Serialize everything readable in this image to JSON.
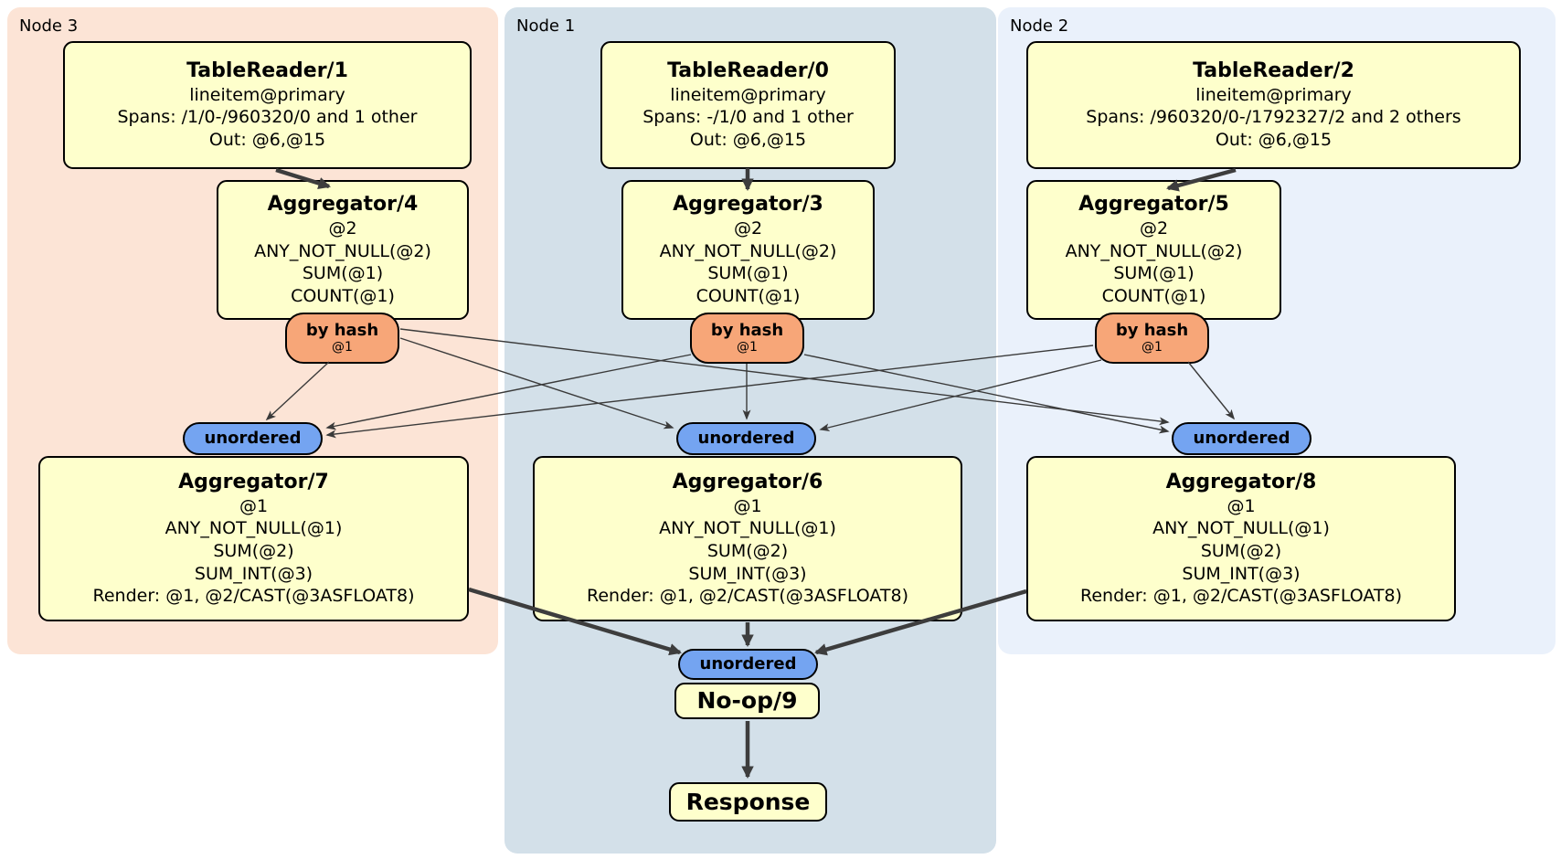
{
  "regions": [
    {
      "id": "node3",
      "label": "Node 3"
    },
    {
      "id": "node1",
      "label": "Node 1"
    },
    {
      "id": "node2",
      "label": "Node 2"
    }
  ],
  "processors": {
    "tr1": {
      "title": "TableReader/1",
      "lines": [
        "lineitem@primary",
        "Spans: /1/0-/960320/0 and 1 other",
        "Out: @6,@15"
      ]
    },
    "tr0": {
      "title": "TableReader/0",
      "lines": [
        "lineitem@primary",
        "Spans: -/1/0 and 1 other",
        "Out: @6,@15"
      ]
    },
    "tr2": {
      "title": "TableReader/2",
      "lines": [
        "lineitem@primary",
        "Spans: /960320/0-/1792327/2 and 2 others",
        "Out: @6,@15"
      ]
    },
    "agg4": {
      "title": "Aggregator/4",
      "lines": [
        "@2",
        "ANY_NOT_NULL(@2)",
        "SUM(@1)",
        "COUNT(@1)"
      ]
    },
    "agg3": {
      "title": "Aggregator/3",
      "lines": [
        "@2",
        "ANY_NOT_NULL(@2)",
        "SUM(@1)",
        "COUNT(@1)"
      ]
    },
    "agg5": {
      "title": "Aggregator/5",
      "lines": [
        "@2",
        "ANY_NOT_NULL(@2)",
        "SUM(@1)",
        "COUNT(@1)"
      ]
    },
    "agg7": {
      "title": "Aggregator/7",
      "lines": [
        "@1",
        "ANY_NOT_NULL(@1)",
        "SUM(@2)",
        "SUM_INT(@3)",
        "Render: @1, @2/CAST(@3ASFLOAT8)"
      ]
    },
    "agg6": {
      "title": "Aggregator/6",
      "lines": [
        "@1",
        "ANY_NOT_NULL(@1)",
        "SUM(@2)",
        "SUM_INT(@3)",
        "Render: @1, @2/CAST(@3ASFLOAT8)"
      ]
    },
    "agg8": {
      "title": "Aggregator/8",
      "lines": [
        "@1",
        "ANY_NOT_NULL(@1)",
        "SUM(@2)",
        "SUM_INT(@3)",
        "Render: @1, @2/CAST(@3ASFLOAT8)"
      ]
    },
    "noop": {
      "title": "No-op/9"
    },
    "response": {
      "title": "Response"
    }
  },
  "routers": {
    "by_hash": {
      "label": "by hash",
      "sub": "@1"
    }
  },
  "streams": {
    "unordered_label": "unordered"
  },
  "edges": [
    {
      "from": "TableReader/1",
      "to": "Aggregator/4"
    },
    {
      "from": "TableReader/0",
      "to": "Aggregator/3"
    },
    {
      "from": "TableReader/2",
      "to": "Aggregator/5"
    },
    {
      "from": "by hash @1 (Aggregator/4)",
      "to": "unordered (Aggregator/7)"
    },
    {
      "from": "by hash @1 (Aggregator/4)",
      "to": "unordered (Aggregator/6)"
    },
    {
      "from": "by hash @1 (Aggregator/4)",
      "to": "unordered (Aggregator/8)"
    },
    {
      "from": "by hash @1 (Aggregator/3)",
      "to": "unordered (Aggregator/7)"
    },
    {
      "from": "by hash @1 (Aggregator/3)",
      "to": "unordered (Aggregator/6)"
    },
    {
      "from": "by hash @1 (Aggregator/3)",
      "to": "unordered (Aggregator/8)"
    },
    {
      "from": "by hash @1 (Aggregator/5)",
      "to": "unordered (Aggregator/7)"
    },
    {
      "from": "by hash @1 (Aggregator/5)",
      "to": "unordered (Aggregator/6)"
    },
    {
      "from": "by hash @1 (Aggregator/5)",
      "to": "unordered (Aggregator/8)"
    },
    {
      "from": "Aggregator/7",
      "to": "unordered (No-op/9)"
    },
    {
      "from": "Aggregator/6",
      "to": "unordered (No-op/9)"
    },
    {
      "from": "Aggregator/8",
      "to": "unordered (No-op/9)"
    },
    {
      "from": "No-op/9",
      "to": "Response"
    }
  ],
  "colors": {
    "node3_bg": "#fce4d6",
    "node1_bg": "#d3e0e9",
    "node2_bg": "#eaf1fb",
    "processor_bg": "#feffcc",
    "by_hash_bg": "#f7a678",
    "unordered_bg": "#74a4f1",
    "edge": "#3d3d3d",
    "border": "#000000"
  }
}
